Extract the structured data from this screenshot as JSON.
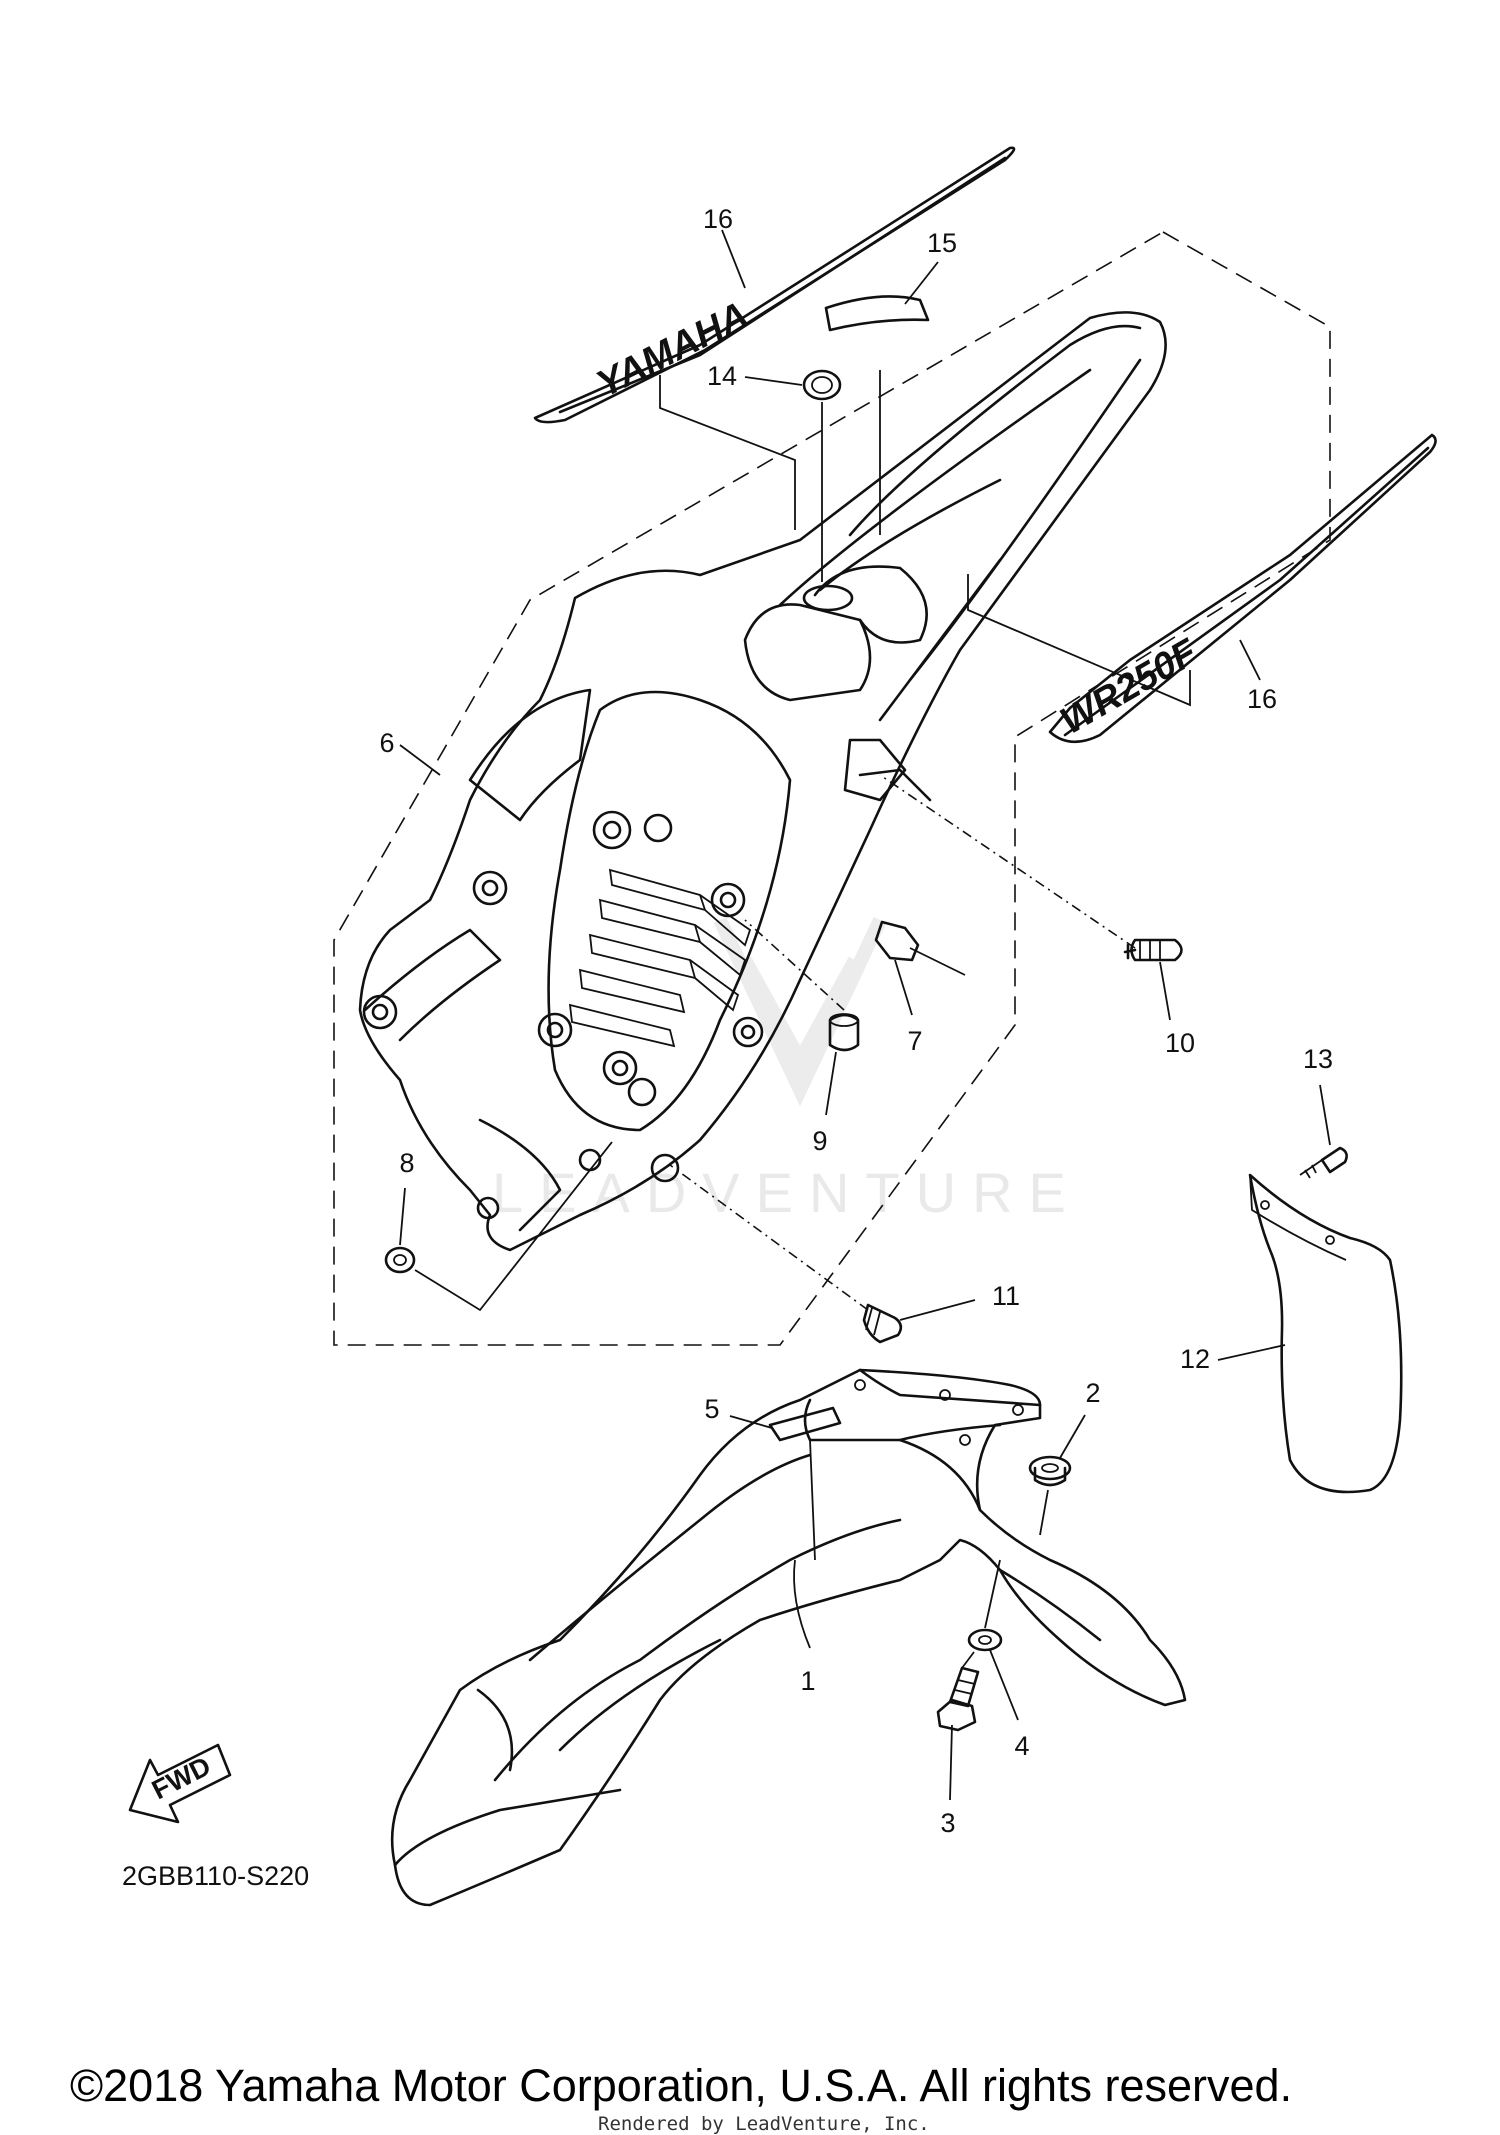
{
  "watermark": {
    "text": "LEADVENTURE"
  },
  "callouts": [
    {
      "id": "1",
      "label": "1"
    },
    {
      "id": "2",
      "label": "2"
    },
    {
      "id": "3",
      "label": "3"
    },
    {
      "id": "4",
      "label": "4"
    },
    {
      "id": "5",
      "label": "5"
    },
    {
      "id": "6",
      "label": "6"
    },
    {
      "id": "7",
      "label": "7"
    },
    {
      "id": "8",
      "label": "8"
    },
    {
      "id": "9",
      "label": "9"
    },
    {
      "id": "10",
      "label": "10"
    },
    {
      "id": "11",
      "label": "11"
    },
    {
      "id": "12",
      "label": "12"
    },
    {
      "id": "13",
      "label": "13"
    },
    {
      "id": "14",
      "label": "14"
    },
    {
      "id": "15",
      "label": "15"
    },
    {
      "id": "16a",
      "label": "16"
    },
    {
      "id": "16b",
      "label": "16"
    }
  ],
  "decals": {
    "left": "YAMAHA",
    "right": "WR250F"
  },
  "fwd_label": "FWD",
  "diagram_code": "2GBB110-S220",
  "copyright": "©2018 Yamaha Motor Corporation, U.S.A. All rights reserved.",
  "rendered_by": "Rendered by LeadVenture, Inc."
}
